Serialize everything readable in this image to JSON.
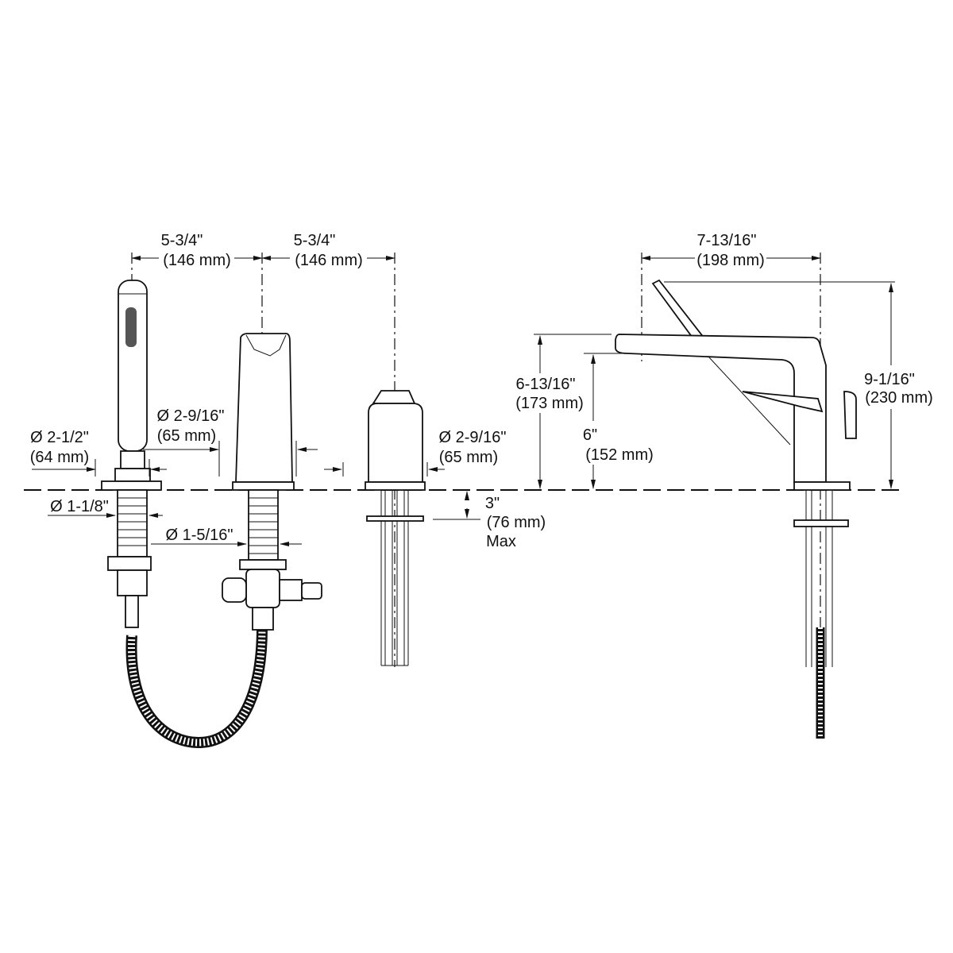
{
  "front_view": {
    "spacing_1": {
      "in": "5-3/4\"",
      "mm": "(146 mm)"
    },
    "spacing_2": {
      "in": "5-3/4\"",
      "mm": "(146 mm)"
    },
    "handshower_base_dia": {
      "in": "Ø 2-1/2\"",
      "mm": "(64 mm)"
    },
    "handshower_shank_dia": {
      "in": "Ø 1-1/8\""
    },
    "spout_base_dia": {
      "in": "Ø 2-9/16\"",
      "mm": "(65 mm)"
    },
    "spout_shank_dia": {
      "in": "Ø 1-5/16\""
    },
    "valve_base_dia": {
      "in": "Ø 2-9/16\"",
      "mm": "(65 mm)"
    },
    "deck_thickness": {
      "in": "3\"",
      "mm": "(76 mm)",
      "note": "Max"
    }
  },
  "side_view": {
    "reach": {
      "in": "7-13/16\"",
      "mm": "(198 mm)"
    },
    "spout_height": {
      "in": "6-13/16\"",
      "mm": "(173 mm)"
    },
    "outlet_height": {
      "in": "6\"",
      "mm": "(152 mm)"
    },
    "overall_height": {
      "in": "9-1/16\"",
      "mm": "(230 mm)"
    }
  }
}
